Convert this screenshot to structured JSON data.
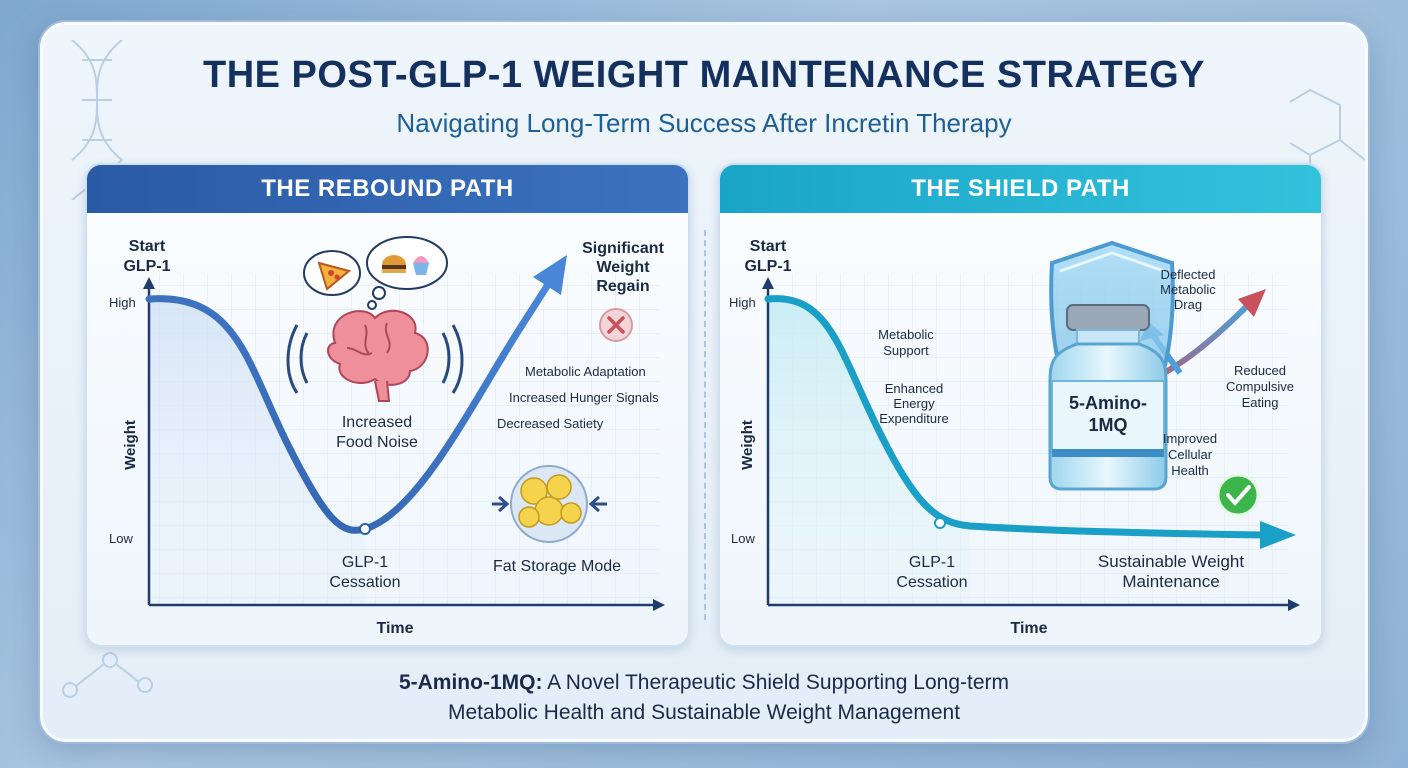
{
  "title": "THE POST-GLP-1 WEIGHT MAINTENANCE STRATEGY",
  "subtitle": "Navigating Long-Term Success After Incretin Therapy",
  "left": {
    "header": "THE REBOUND PATH",
    "start_label_1": "Start",
    "start_label_2": "GLP-1",
    "high": "High",
    "low": "Low",
    "y_axis": "Weight",
    "x_axis": "Time",
    "food_noise_1": "Increased",
    "food_noise_2": "Food Noise",
    "cessation_1": "GLP-1",
    "cessation_2": "Cessation",
    "regain_1": "Significant",
    "regain_2": "Weight",
    "regain_3": "Regain",
    "factors": [
      "Metabolic Adaptation",
      "Increased Hunger Signals",
      "Decreased Satiety"
    ],
    "fat_storage": "Fat Storage Mode"
  },
  "right": {
    "header": "THE SHIELD PATH",
    "start_label_1": "Start",
    "start_label_2": "GLP-1",
    "high": "High",
    "low": "Low",
    "y_axis": "Weight",
    "x_axis": "Time",
    "cessation_1": "GLP-1",
    "cessation_2": "Cessation",
    "vial_label_1": "5-Amino-",
    "vial_label_2": "1MQ",
    "metabolic_support_1": "Metabolic",
    "metabolic_support_2": "Support",
    "energy_1": "Enhanced",
    "energy_2": "Energy",
    "energy_3": "Expenditure",
    "deflected_1": "Deflected",
    "deflected_2": "Metabolic",
    "deflected_3": "Drag",
    "compulsive_1": "Reduced",
    "compulsive_2": "Compulsive",
    "compulsive_3": "Eating",
    "cellular_1": "Improved",
    "cellular_2": "Cellular",
    "cellular_3": "Health",
    "maintenance_1": "Sustainable Weight",
    "maintenance_2": "Maintenance"
  },
  "footer": {
    "bold": "5-Amino-1MQ:",
    "line1_rest": " A Novel Therapeutic Shield Supporting Long-term",
    "line2": "Metabolic Health and Sustainable Weight Management"
  },
  "colors": {
    "left_accent": "#2a5aa5",
    "right_accent": "#1aa5c8",
    "regain_arrow": "#3f6fc0",
    "check_green": "#3cb64a",
    "cross_red": "#c8505a"
  },
  "icons": [
    "dna-icon",
    "molecule-icon",
    "pizza-icon",
    "burger-icon",
    "cupcake-icon",
    "brain-icon",
    "cross-icon",
    "fat-cells-icon",
    "shield-icon",
    "vial-icon",
    "check-icon"
  ]
}
